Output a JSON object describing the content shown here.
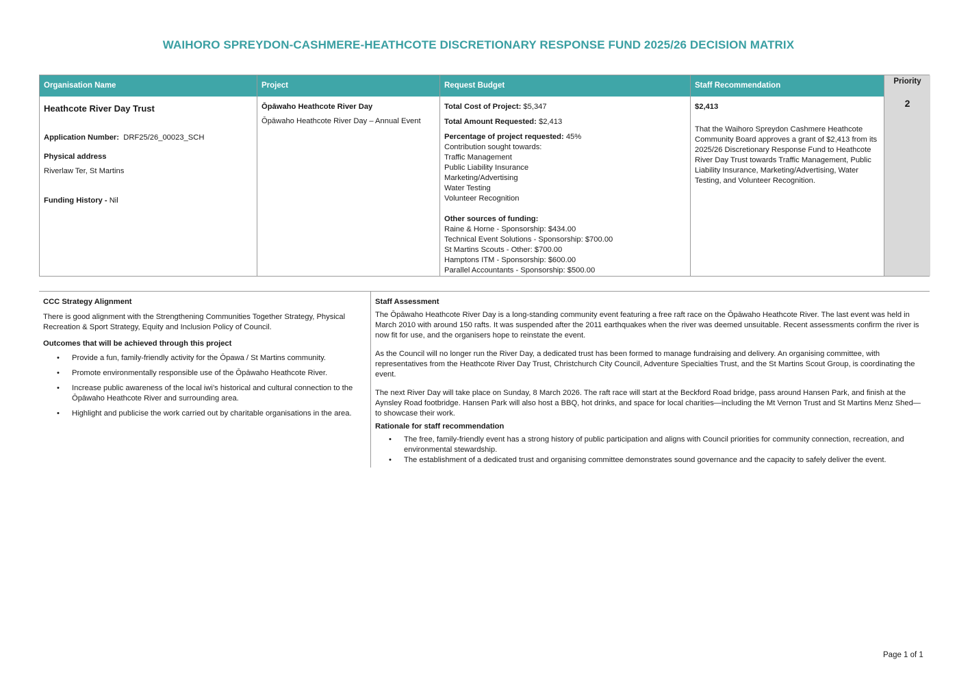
{
  "title": "WAIHORO SPREYDON-CASHMERE-HEATHCOTE DISCRETIONARY RESPONSE FUND 2025/26 DECISION MATRIX",
  "headers": {
    "organisation": "Organisation Name",
    "project": "Project",
    "budget": "Request Budget",
    "recommendation": "Staff Recommendation",
    "priority": "Priority"
  },
  "organisation": {
    "name": "Heathcote River Day Trust",
    "application_label": "Application Number:",
    "application_number": "DRF25/26_00023_SCH",
    "address_label": "Physical address",
    "address": "Riverlaw Ter, St Martins",
    "funding_history_label": "Funding History -",
    "funding_history": "Nil"
  },
  "project": {
    "name": "Ōpāwaho Heathcote River Day",
    "description": "Ōpāwaho Heathcote River Day – Annual Event"
  },
  "budget": {
    "total_cost_label": "Total Cost of Project:",
    "total_cost": "$5,347",
    "total_requested_label": "Total Amount Requested:",
    "total_requested": "$2,413",
    "percentage_label": "Percentage of project requested:",
    "percentage": "45%",
    "contribution_label": "Contribution sought towards:",
    "contributions": [
      "Traffic Management",
      "Public Liability Insurance",
      "Marketing/Advertising",
      "Water Testing",
      "Volunteer Recognition"
    ],
    "other_sources_label": "Other sources of funding:",
    "other_sources": [
      "Raine & Horne - Sponsorship: $434.00",
      "Technical Event Solutions - Sponsorship: $700.00",
      "St Martins Scouts - Other: $700.00",
      "Hamptons ITM - Sponsorship: $600.00",
      "Parallel Accountants - Sponsorship: $500.00"
    ]
  },
  "recommendation": {
    "amount": "$2,413",
    "text": "That the Waihoro Spreydon Cashmere Heathcote Community Board approves a grant of $2,413 from its 2025/26 Discretionary Response Fund to Heathcote River Day Trust towards Traffic Management, Public Liability Insurance, Marketing/Advertising, Water Testing, and Volunteer Recognition."
  },
  "priority": "2",
  "strategy": {
    "heading": "CCC Strategy Alignment",
    "text": "There is good alignment with the Strengthening Communities Together Strategy, Physical Recreation & Sport Strategy, Equity and Inclusion Policy of Council.",
    "outcomes_heading": "Outcomes that will be achieved through this project",
    "outcomes": [
      "Provide a fun, family-friendly activity for the Ōpawa / St Martins community.",
      "Promote environmentally responsible use of the Ōpāwaho Heathcote River.",
      "Increase public awareness of the local iwi’s historical and cultural connection to the Ōpāwaho Heathcote River and surrounding area.",
      "Highlight and publicise the work carried out by charitable organisations in the area."
    ]
  },
  "assessment": {
    "heading": "Staff Assessment",
    "paragraphs": [
      "The Ōpāwaho Heathcote River Day is a long-standing community event featuring a free raft race on the Ōpāwaho Heathcote River. The last event was held in March 2010 with around 150 rafts. It was suspended after the 2011 earthquakes when the river was deemed unsuitable. Recent assessments confirm the river is now fit for use, and the organisers hope to reinstate the event.",
      "As the Council will no longer run the River Day, a dedicated trust has been formed to manage fundraising and delivery. An organising committee, with representatives from the Heathcote River Day Trust, Christchurch City Council, Adventure Specialties Trust, and the St Martins Scout Group, is coordinating the event.",
      "The next River Day will take place on Sunday, 8 March 2026. The raft race will start at the Beckford Road bridge, pass around Hansen Park, and finish at the Aynsley Road footbridge. Hansen Park will also host a BBQ, hot drinks, and space for local charities—including the Mt Vernon Trust and St Martins Menz Shed—to showcase their work."
    ],
    "rationale_heading": "Rationale for staff recommendation",
    "rationale": [
      "The free, family-friendly event has a strong history of public participation and aligns with Council priorities for community connection, recreation, and environmental stewardship.",
      "The establishment of a dedicated trust and organising committee demonstrates sound governance and the capacity to safely deliver the event."
    ]
  },
  "footer": {
    "page": "Page 1 of 1"
  }
}
